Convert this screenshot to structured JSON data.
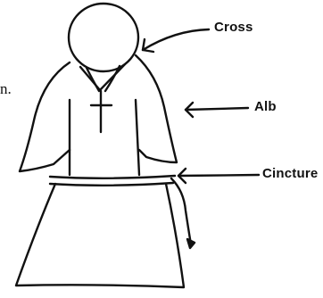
{
  "page_fragment": "n.",
  "labels": {
    "cross": "Cross",
    "alb": "Alb",
    "cincture": "Cincture"
  },
  "colors": {
    "ink": "#111111",
    "background": "#ffffff"
  }
}
